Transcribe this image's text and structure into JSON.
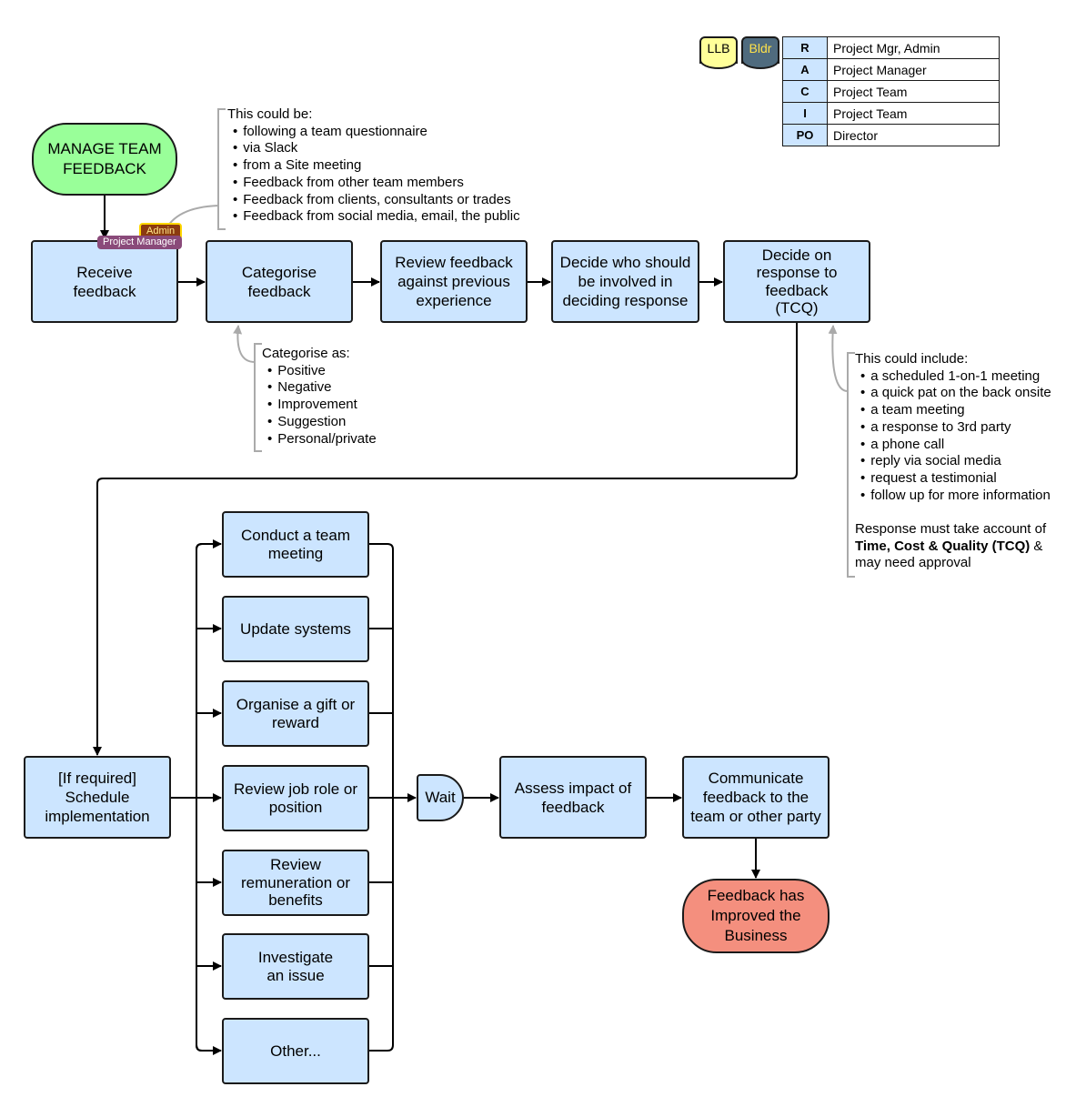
{
  "legend": {
    "docs": [
      "LLB",
      "Bldr"
    ],
    "raci": [
      {
        "key": "R",
        "value": "Project Mgr, Admin"
      },
      {
        "key": "A",
        "value": "Project Manager"
      },
      {
        "key": "C",
        "value": "Project Team"
      },
      {
        "key": "I",
        "value": "Project Team"
      },
      {
        "key": "PO",
        "value": "Director"
      }
    ]
  },
  "start": "MANAGE TEAM\nFEEDBACK",
  "tags": {
    "admin": "Admin",
    "pm": "Project Manager"
  },
  "steps": {
    "receive": "Receive\nfeedback",
    "categorise": "Categorise\nfeedback",
    "review": "Review feedback\nagainst previous\nexperience",
    "decide_who": "Decide who should\nbe involved in\ndeciding response",
    "decide_on": "Decide on\nresponse to\nfeedback\n(TCQ)",
    "schedule": "[If required]\nSchedule\nimplementation",
    "wait": "Wait",
    "assess": "Assess impact of\nfeedback",
    "communicate": "Communicate\nfeedback to the\nteam or other party"
  },
  "options": [
    "Conduct a team\nmeeting",
    "Update systems",
    "Organise a gift or\nreward",
    "Review job role or\nposition",
    "Review\nremuneration or\nbenefits",
    "Investigate\nan issue",
    "Other..."
  ],
  "end": "Feedback has\nImproved the\nBusiness",
  "notes": {
    "sources": {
      "heading": "This could be:",
      "items": [
        "following a team questionnaire",
        "via Slack",
        "from a Site meeting",
        "Feedback from other team members",
        "Feedback from clients, consultants or trades",
        "Feedback from social media, email, the public"
      ]
    },
    "categories": {
      "heading": "Categorise as:",
      "items": [
        "Positive",
        "Negative",
        "Improvement",
        "Suggestion",
        "Personal/private"
      ]
    },
    "responses": {
      "heading": "This could include:",
      "items": [
        "a scheduled 1-on-1 meeting",
        "a quick pat on the back onsite",
        "a team meeting",
        "a response to 3rd party",
        "a phone call",
        "reply via social media",
        "request a testimonial",
        "follow up for more information"
      ],
      "footer_before": "Response must take account of",
      "footer_bold": "Time, Cost & Quality (TCQ)",
      "footer_amp": " &",
      "footer_after": "may need approval"
    }
  }
}
